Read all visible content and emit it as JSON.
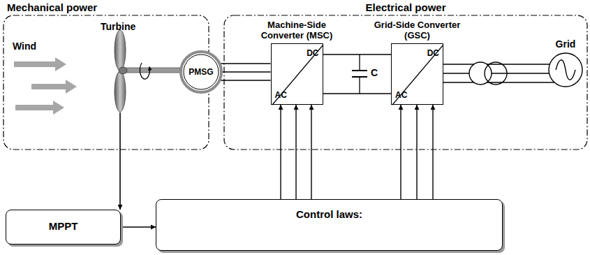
{
  "diagram": {
    "nodes": [
      {
        "text": [
          "Mechanical power"
        ]
      },
      {
        "text": [
          "Electrical power"
        ]
      },
      {
        "text": [
          "PMSG"
        ]
      },
      {
        "text": [
          "Machine-Side Converter (MSC)",
          "DC",
          "AC"
        ],
        "in": 1
      },
      {
        "text": [
          "Grid-Side Converter (GSC)",
          "DC",
          "AC"
        ],
        "in": 1
      },
      {
        "text": [
          "Grid"
        ],
        "in": 1
      },
      {
        "text": [
          "MPPT"
        ]
      },
      {
        "text": [
          "Control laws:"
        ]
      }
    ],
    "edges": [
      {
        "from": 2,
        "to": 3,
        "arrow": "none"
      },
      {
        "from": 2,
        "to": 3,
        "arrow": "none"
      },
      {
        "from": 2,
        "to": 3,
        "arrow": "none"
      },
      {
        "from": 3,
        "to": 4,
        "arrow": "none"
      },
      {
        "from": 3,
        "to": 4,
        "arrow": "none"
      },
      {
        "from": 4,
        "to": 5,
        "arrow": "none"
      },
      {
        "from": 4,
        "to": 5,
        "arrow": "none"
      },
      {
        "from": 4,
        "to": 5,
        "arrow": "none"
      },
      {
        "from": 6,
        "to": 7,
        "arrow": "to"
      },
      {
        "from": 7,
        "to": 3,
        "arrow": "to"
      },
      {
        "from": 7,
        "to": 3,
        "arrow": "to"
      },
      {
        "from": 7,
        "to": 3,
        "arrow": "to"
      },
      {
        "from": 7,
        "to": 4,
        "arrow": "to"
      },
      {
        "from": 7,
        "to": 4,
        "arrow": "to"
      },
      {
        "from": 7,
        "to": 4,
        "arrow": "to"
      }
    ],
    "labels": [
      "Wind",
      "Turbine",
      "C"
    ]
  }
}
